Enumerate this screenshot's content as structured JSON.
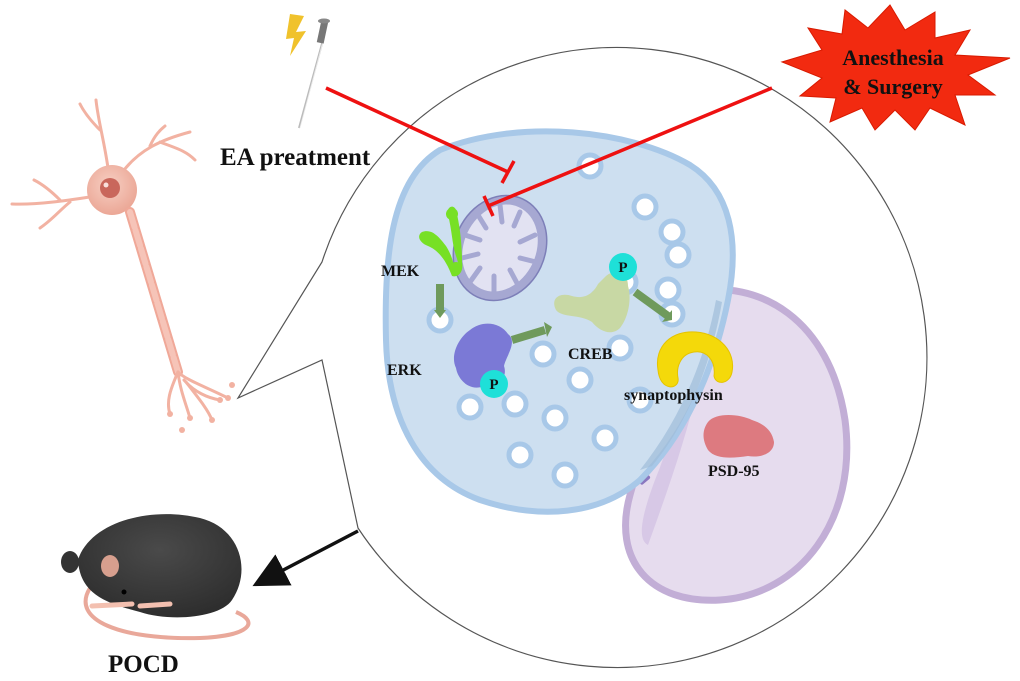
{
  "figure": {
    "title": "EA pretreatment pathway in POCD",
    "labels": {
      "ea_treatment": "EA preatment",
      "anesthesia_line1": "Anesthesia",
      "anesthesia_line2": "& Surgery",
      "mek": "MEK",
      "erk": "ERK",
      "creb": "CREB",
      "synaptophysin": "synaptophysin",
      "psd95": "PSD-95",
      "pocd": "POCD",
      "phospho": "P"
    },
    "colors": {
      "inhibition": "#ee1111",
      "activation": "#6f9a5c",
      "presynaptic_fill": "#cddff0",
      "presynaptic_border": "#a8c8e8",
      "postsynaptic_fill": "#e6dcee",
      "postsynaptic_border": "#c2aed6",
      "phospho": "#1ee0d8",
      "mek": "#77e025",
      "erk": "#7b79d6",
      "creb": "#c8d8a4",
      "synaptophysin": "#f4d90a",
      "psd95": "#dd7a80",
      "mitochondrion": "#9a9cc8",
      "starburst": "#f22a10",
      "neuron": "#f2b2a2",
      "mouse": "#3a3a3a"
    },
    "relations": [
      {
        "from": "EA preatment",
        "to": "mitochondrion",
        "type": "inhibition"
      },
      {
        "from": "Anesthesia & Surgery",
        "to": "mitochondrion",
        "type": "inhibition"
      },
      {
        "from": "MEK",
        "to": "ERK",
        "type": "activation"
      },
      {
        "from": "ERK",
        "to": "CREB",
        "type": "activation"
      },
      {
        "from": "CREB",
        "to": "synaptophysin",
        "type": "activation"
      },
      {
        "from": "synapse",
        "to": "POCD",
        "type": "leads-to"
      }
    ]
  }
}
